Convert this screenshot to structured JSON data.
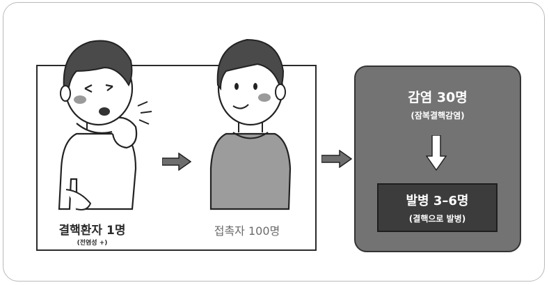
{
  "patient": {
    "label": "결핵환자 1명",
    "note": "(전염성 +)"
  },
  "contact": {
    "label": "접촉자 100명"
  },
  "infection": {
    "title": "감염 30명",
    "subtitle": "(잠복결핵감염)"
  },
  "disease": {
    "title": "발병 3–6명",
    "subtitle": "(결핵으로 발병)"
  },
  "colors": {
    "infection_box": "#737373",
    "disease_box": "#3c3c3c",
    "arrow": "#6e6e6e"
  }
}
